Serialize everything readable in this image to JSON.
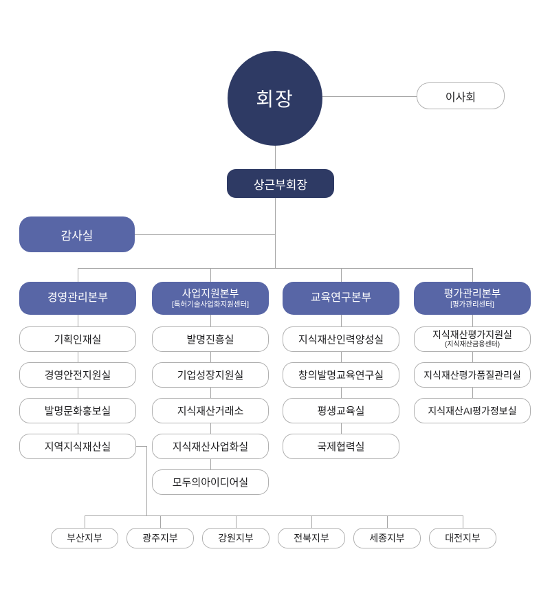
{
  "palette": {
    "navy": "#2e3a64",
    "slate": "#5866a6",
    "line": "#a6a6a6",
    "box_border": "#b0b0b0"
  },
  "org": {
    "chairman": "회장",
    "board": "이사회",
    "vice_chairman": "상근부회장",
    "audit": "감사실",
    "divisions": [
      {
        "label": "경영관리본부",
        "children": [
          {
            "label": "기획인재실"
          },
          {
            "label": "경영안전지원실"
          },
          {
            "label": "발명문화홍보실"
          },
          {
            "label": "지역지식재산실"
          }
        ]
      },
      {
        "label": "사업지원본부",
        "sub": "[특허기술사업화지원센터]",
        "children": [
          {
            "label": "발명진흥실"
          },
          {
            "label": "기업성장지원실"
          },
          {
            "label": "지식재산거래소"
          },
          {
            "label": "지식재산사업화실"
          },
          {
            "label": "모두의아이디어실"
          }
        ]
      },
      {
        "label": "교육연구본부",
        "children": [
          {
            "label": "지식재산인력양성실"
          },
          {
            "label": "창의발명교육연구실"
          },
          {
            "label": "평생교육실"
          },
          {
            "label": "국제협력실"
          }
        ]
      },
      {
        "label": "평가관리본부",
        "sub": "[평가관리센터]",
        "children": [
          {
            "label": "지식재산평가지원실",
            "sub": "(지식재산금융센터)"
          },
          {
            "label": "지식재산평가품질관리실"
          },
          {
            "label": "지식재산AI평가정보실"
          }
        ]
      }
    ],
    "branches": [
      {
        "label": "부산지부"
      },
      {
        "label": "광주지부"
      },
      {
        "label": "강원지부"
      },
      {
        "label": "전북지부"
      },
      {
        "label": "세종지부"
      },
      {
        "label": "대전지부"
      }
    ]
  }
}
